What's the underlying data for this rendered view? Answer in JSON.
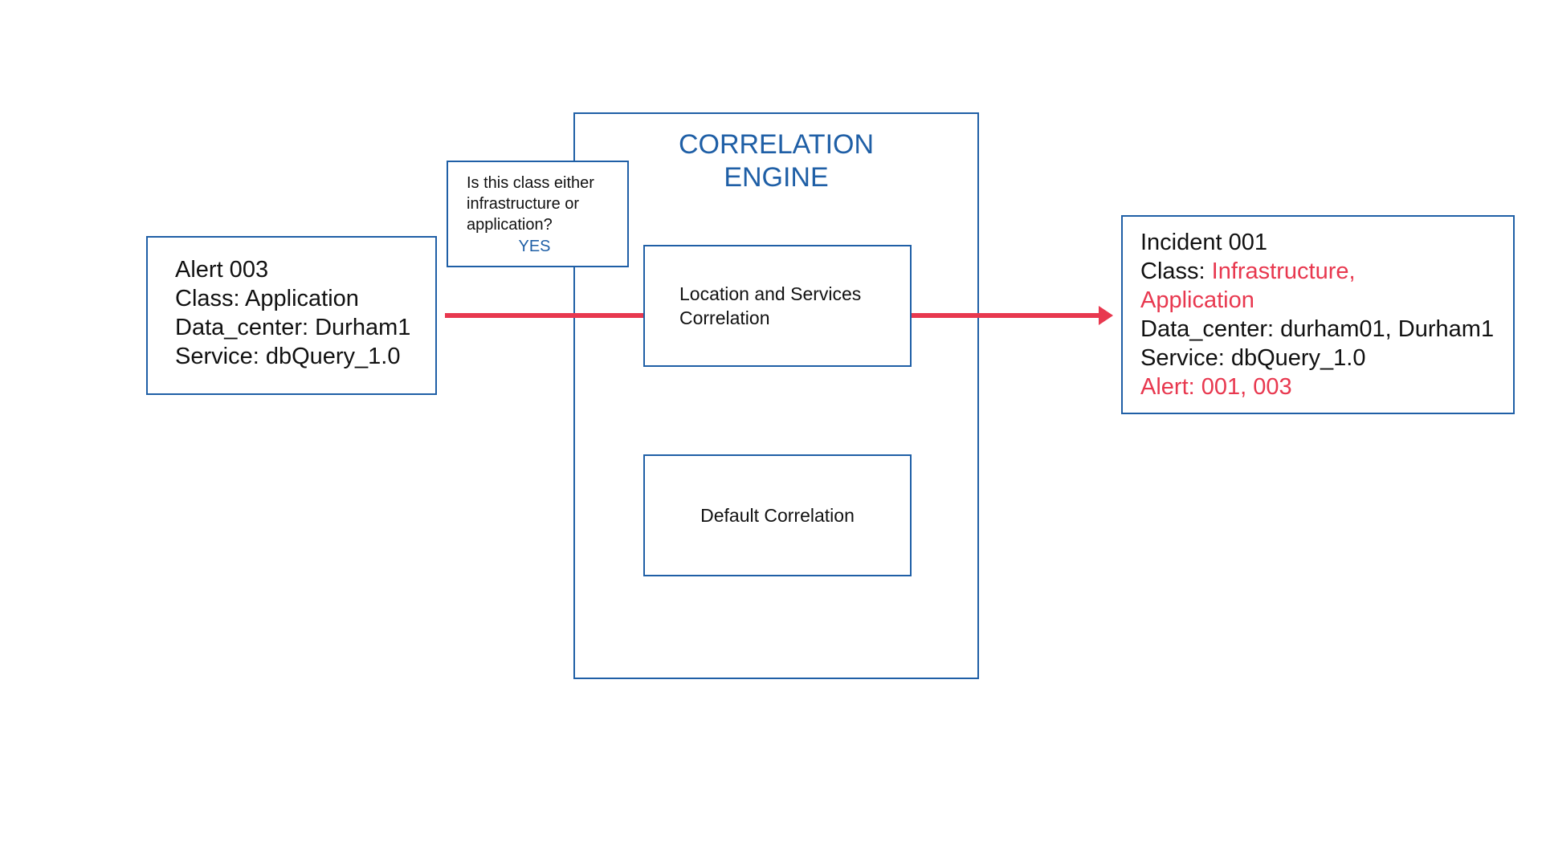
{
  "alert": {
    "line1": "Alert  003",
    "line2": "Class: Application",
    "line3": "Data_center: Durham1",
    "line4": "Service:  dbQuery_1.0"
  },
  "engine": {
    "title_line1": "CORRELATION",
    "title_line2": "ENGINE"
  },
  "question": {
    "text": "Is this class either infrastructure or application?",
    "answer": "YES"
  },
  "location_services": {
    "line1": "Location and Services",
    "line2": "Correlation"
  },
  "default_correlation": {
    "label": "Default Correlation"
  },
  "incident": {
    "title": "Incident 001",
    "class_prefix": "Class: ",
    "class_value_line1": "Infrastructure,",
    "class_value_line2": "Application",
    "data_center": "Data_center: durham01, Durham1",
    "service": "Service: dbQuery_1.0",
    "alert": "Alert: 001, 003"
  },
  "colors": {
    "box_border": "#1f5fa6",
    "accent_blue": "#1f5fa6",
    "flow_red": "#e8384f"
  }
}
